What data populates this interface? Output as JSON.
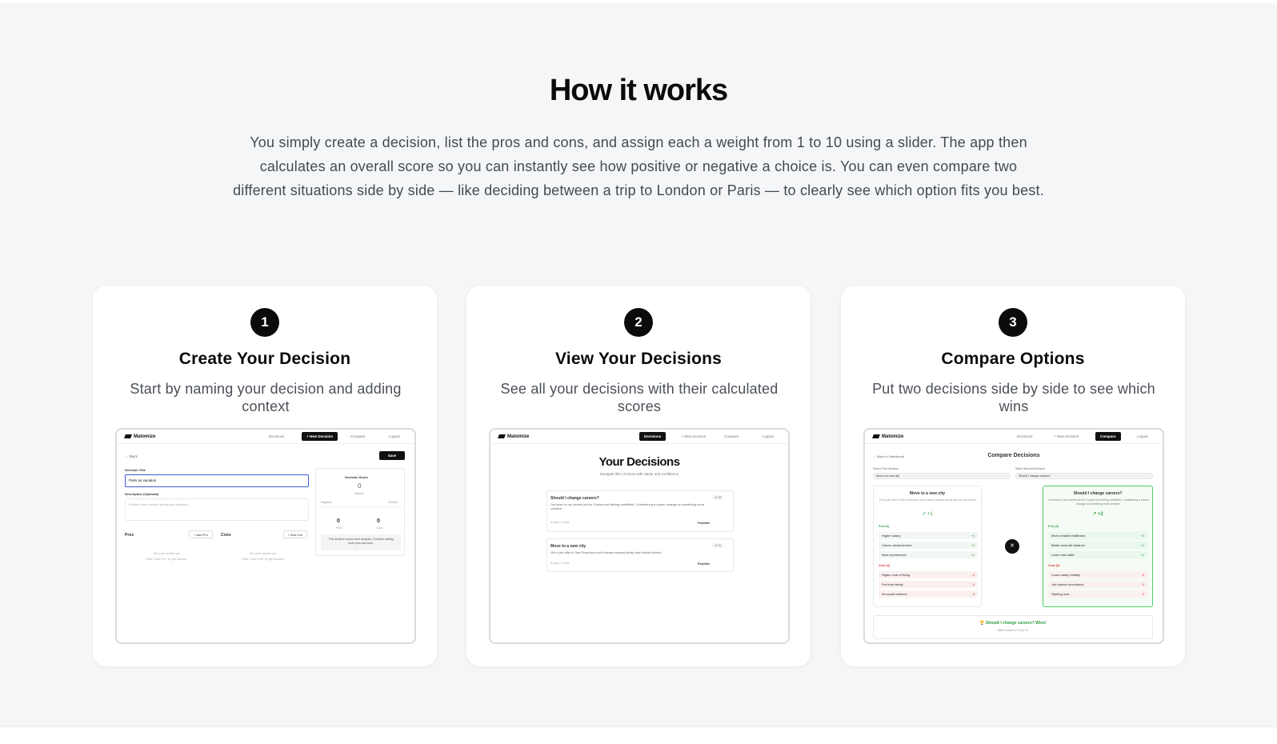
{
  "section": {
    "title": "How it works",
    "description": "You simply create a decision, list the pros and cons, and assign each a weight from 1 to 10 using a slider. The app then calculates an overall score so you can instantly see how positive or negative a choice is. You can even compare two different situations side by side — like deciding between a trip to London or Paris — to clearly see which option fits you best."
  },
  "steps": [
    {
      "number": "1",
      "title": "Create Your Decision",
      "description": "Start by naming your decision and adding context",
      "shot": {
        "logo": "Matomize",
        "nav": [
          "Decisions",
          "+ New Decision",
          "Compare",
          "Logout"
        ],
        "back": "← Back",
        "save": "Save",
        "title_label": "Decision Title",
        "title_value": "Paris as vacation",
        "desc_label": "Description (Optional)",
        "desc_placeholder": "Provide more context about your situation...",
        "pros_label": "Pros",
        "add_pro": "+ Add Pro",
        "cons_label": "Cons",
        "add_con": "+ Add Con",
        "no_pros": "No pros added yet",
        "no_pros_hint": "Click \"Add Pro\" to get started",
        "no_cons": "No cons added yet",
        "no_cons_hint": "Click \"Add Con\" to get started",
        "score_label": "Decision Score",
        "score_value": "0",
        "score_state": "Neutral",
        "negative": "Negative",
        "positive": "Positive",
        "pros_count": "0",
        "pros_count_label": "Pros",
        "cons_count": "0",
        "cons_count_label": "Cons",
        "analysis_note": "This decision needs more analysis. Consider adding more pros and cons."
      }
    },
    {
      "number": "2",
      "title": "View Your Decisions",
      "description": "See all your decisions with their calculated scores",
      "shot": {
        "logo": "Matomize",
        "nav": [
          "Decisions",
          "+ New Decision",
          "Compare",
          "Logout"
        ],
        "heading": "Your Decisions",
        "subheading": "Navigate life's choices with clarity and confidence",
        "items": [
          {
            "title": "Should I change careers?",
            "badge": "↗ +2",
            "desc": "I've been in my current job for 3 years but feeling unfulfilled. Considering a career change to something more creative.",
            "meta": "3 pros  •  3 cons",
            "status": "Positive"
          },
          {
            "title": "Move to a new city",
            "badge": "↗ +1",
            "desc": "Got a job offer in San Francisco but it means leaving family and friends behind.",
            "meta": "3 pros  •  3 cons",
            "status": "Positive"
          }
        ]
      }
    },
    {
      "number": "3",
      "title": "Compare Options",
      "description": "Put two decisions side by side to see which wins",
      "shot": {
        "logo": "Matomize",
        "nav": [
          "Decisions",
          "+ New Decision",
          "Compare",
          "Logout"
        ],
        "back": "← Back to Dashboard",
        "heading": "Compare Decisions",
        "first_label": "Select First Decision",
        "first_value": "Move to a new city",
        "second_label": "Select Second Decision",
        "second_value": "Should I change careers?",
        "left": {
          "title": "Move to a new city",
          "desc": "Got a job offer in San Francisco but it means leaving family and friends behind.",
          "score": "↗ +1",
          "pros_label": "Pros (3)",
          "pros": [
            [
              "Higher salary",
              "+3"
            ],
            [
              "Career advancement",
              "+3"
            ],
            [
              "New experiences",
              "+1"
            ]
          ],
          "cons_label": "Cons (3)",
          "cons": [
            [
              "Higher cost of living",
              "-3"
            ],
            [
              "Far from family",
              "-3"
            ],
            [
              "No social network",
              "-3"
            ]
          ]
        },
        "right": {
          "title": "Should I change careers?",
          "desc": "I've been in my current job for 3 years but feeling unfulfilled. Considering a career change to something more creative.",
          "score": "↗ +2",
          "pros_label": "Pros (3)",
          "pros": [
            [
              "More creative fulfillment",
              "+3"
            ],
            [
              "Better work-life balance",
              "+1"
            ],
            [
              "Learn new skills",
              "+2"
            ]
          ],
          "cons_label": "Cons (3)",
          "cons": [
            [
              "Lower salary initially",
              "-3"
            ],
            [
              "Job market uncertainty",
              "-3"
            ],
            [
              "Starting over",
              "-3"
            ]
          ]
        },
        "vs": "✕",
        "winner": "🏆 Should I change careers? Wins!",
        "winner_sub": "With a score of +2 vs +1"
      }
    }
  ],
  "colors": {
    "background": "#f5f6f8",
    "accent_dark": "#0b0b0c",
    "positive": "#2f9e44",
    "negative": "#e03131",
    "focus": "#3b5bdb"
  }
}
